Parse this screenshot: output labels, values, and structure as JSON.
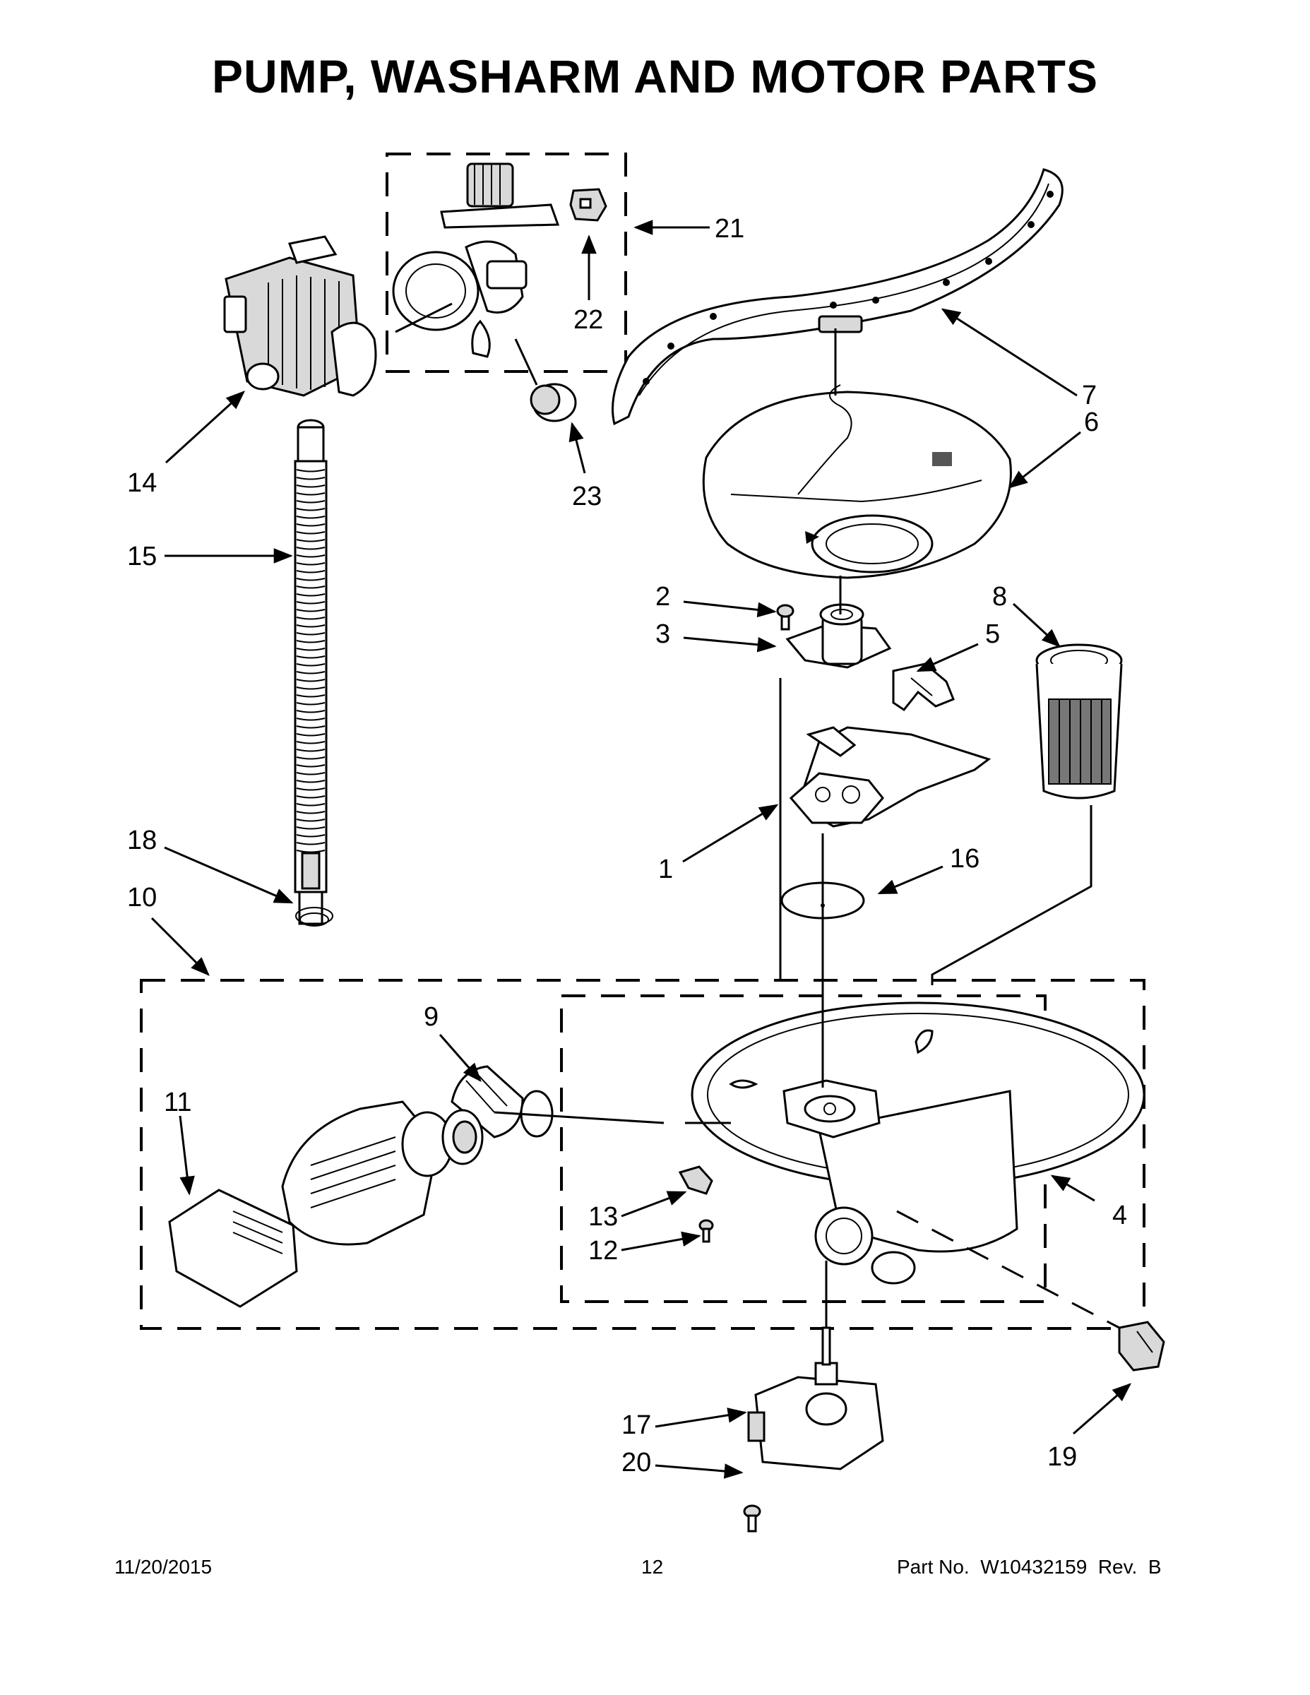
{
  "title": "PUMP, WASHARM AND MOTOR PARTS",
  "callouts": {
    "c1": "1",
    "c2": "2",
    "c3": "3",
    "c4": "4",
    "c5": "5",
    "c6": "6",
    "c7": "7",
    "c8": "8",
    "c9": "9",
    "c10": "10",
    "c11": "11",
    "c12": "12",
    "c13": "13",
    "c14": "14",
    "c15": "15",
    "c16": "16",
    "c17": "17",
    "c18": "18",
    "c19": "19",
    "c20": "20",
    "c21": "21",
    "c22": "22",
    "c23": "23"
  },
  "footer": {
    "date": "11/20/2015",
    "page": "12",
    "part_no": "Part No.  W10432159  Rev.  B"
  }
}
